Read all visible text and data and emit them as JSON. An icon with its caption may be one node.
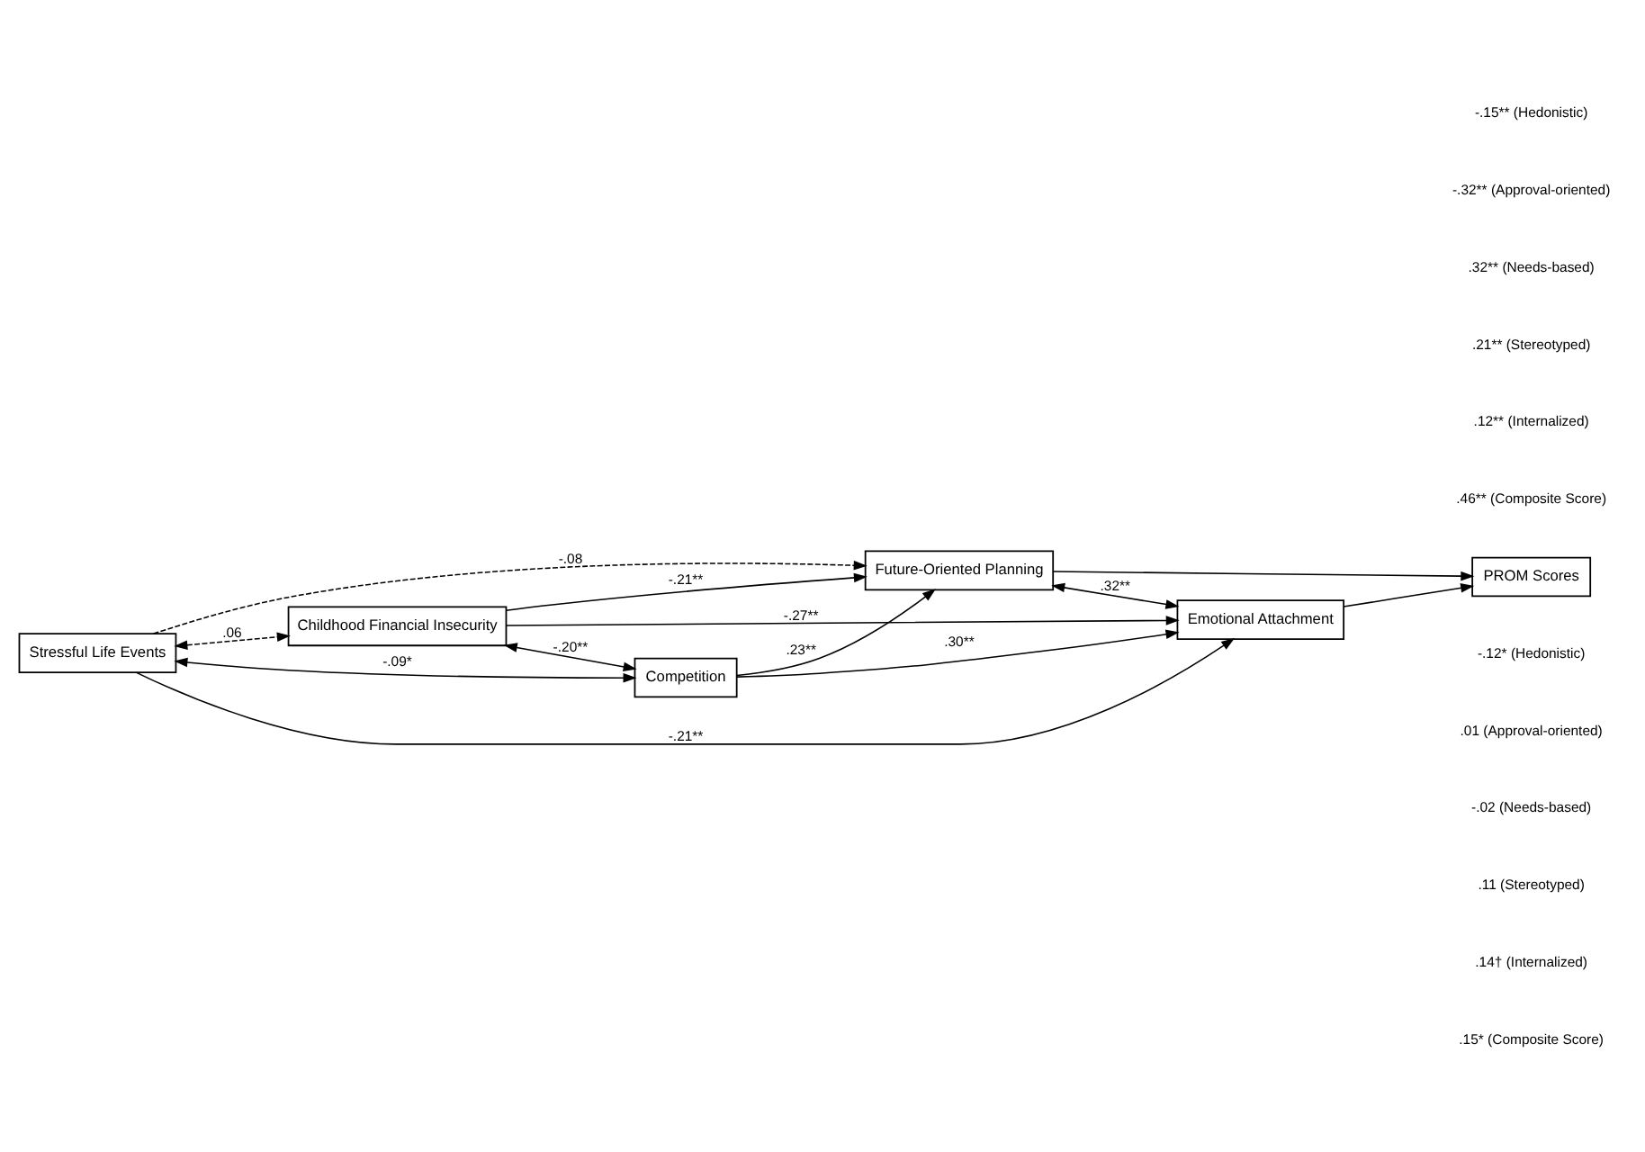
{
  "diagram": {
    "nodes": [
      {
        "text": [
          "Stressful Life Events"
        ]
      },
      {
        "text": [
          "Childhood Financial Insecurity"
        ]
      },
      {
        "text": [
          "Competition"
        ]
      },
      {
        "text": [
          "Future-Oriented Planning"
        ]
      },
      {
        "text": [
          "Emotional Attachment"
        ]
      },
      {
        "text": [
          "PROM Scores"
        ]
      }
    ],
    "edges": [
      {
        "from": 0,
        "to": 3,
        "arrow": "to",
        "label": "-.08",
        "style": "dashed"
      },
      {
        "from": 0,
        "to": 4,
        "arrow": "to",
        "label": "-.21**"
      },
      {
        "from": 0,
        "to": 1,
        "arrow": "both",
        "label": ".06",
        "style": "dashed"
      },
      {
        "from": 0,
        "to": 2,
        "arrow": "both",
        "label": "-.09*"
      },
      {
        "from": 1,
        "to": 3,
        "arrow": "to",
        "label": "-.21**"
      },
      {
        "from": 1,
        "to": 4,
        "arrow": "to",
        "label": "-.27**"
      },
      {
        "from": 1,
        "to": 2,
        "arrow": "both",
        "label": "-.20**"
      },
      {
        "from": 2,
        "to": 3,
        "arrow": "to",
        "label": ".23**"
      },
      {
        "from": 2,
        "to": 4,
        "arrow": "to",
        "label": ".30**"
      },
      {
        "from": 3,
        "to": 4,
        "arrow": "both",
        "label": ".32**"
      },
      {
        "from": 3,
        "to": 5,
        "arrow": "to"
      },
      {
        "from": 4,
        "to": 5,
        "arrow": "to"
      }
    ],
    "labels": [
      "-.15** (Hedonistic)",
      "-.32** (Approval-oriented)",
      ".32** (Needs-based)",
      ".21** (Stereotyped)",
      ".12** (Internalized)",
      ".46** (Composite Score)",
      "-.12* (Hedonistic)",
      ".01 (Approval-oriented)",
      "-.02 (Needs-based)",
      ".11 (Stereotyped)",
      ".14† (Internalized)",
      ".15* (Composite Score)"
    ]
  }
}
